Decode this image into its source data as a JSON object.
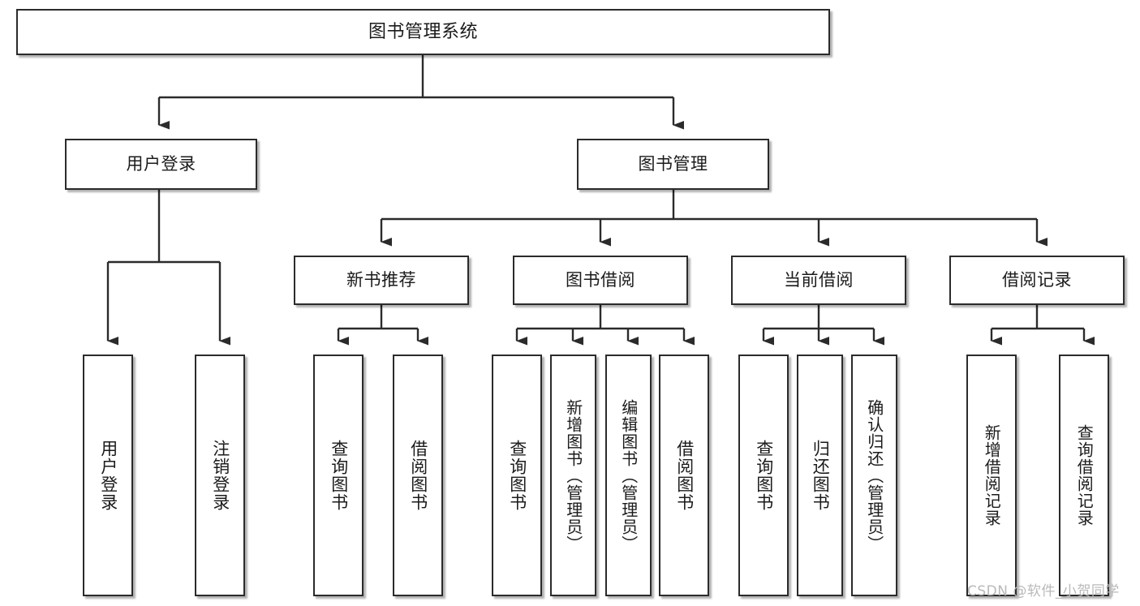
{
  "diagram": {
    "title": "图书管理系统",
    "type": "功能结构图",
    "style": {
      "box_fill": "#ffffff",
      "box_border": "#2b2b2b",
      "text_color": "#1b1b1b",
      "line_color": "#2b2b2b",
      "background": "#ffffff",
      "watermark_color": "#b9b9b9"
    }
  },
  "watermark": {
    "text": "CSDN @软件_小贺同学"
  },
  "nodes": {
    "root": {
      "label": "图书管理系统"
    },
    "level2": [
      {
        "id": "user-login",
        "label": "用户登录"
      },
      {
        "id": "book-manage",
        "label": "图书管理"
      }
    ],
    "level3": [
      {
        "id": "new-book-recommend",
        "label": "新书推荐"
      },
      {
        "id": "book-borrow",
        "label": "图书借阅"
      },
      {
        "id": "current-borrow",
        "label": "当前借阅"
      },
      {
        "id": "borrow-record",
        "label": "借阅记录"
      }
    ],
    "leaves": {
      "user-login": [
        {
          "id": "leaf-user-login",
          "label": "用户登录"
        },
        {
          "id": "leaf-logout-login",
          "label": "注销登录"
        }
      ],
      "new-book-recommend": [
        {
          "id": "leaf-query-book-1",
          "label": "查询图书"
        },
        {
          "id": "leaf-borrow-book-1",
          "label": "借阅图书"
        }
      ],
      "book-borrow": [
        {
          "id": "leaf-query-book-2",
          "label": "查询图书"
        },
        {
          "id": "leaf-add-book-admin",
          "label": "新增图书（管理员）"
        },
        {
          "id": "leaf-edit-book-admin",
          "label": "编辑图书（管理员）"
        },
        {
          "id": "leaf-borrow-book-2",
          "label": "借阅图书"
        }
      ],
      "current-borrow": [
        {
          "id": "leaf-query-book-3",
          "label": "查询图书"
        },
        {
          "id": "leaf-return-book",
          "label": "归还图书"
        },
        {
          "id": "leaf-confirm-return-admin",
          "label": "确认归还（管理员）"
        }
      ],
      "borrow-record": [
        {
          "id": "leaf-add-borrow-record",
          "label": "新增借阅记录"
        },
        {
          "id": "leaf-query-borrow-record",
          "label": "查询借阅记录"
        }
      ]
    }
  },
  "chart_data": {
    "type": "tree",
    "title": "图书管理系统",
    "orientation": "top-down",
    "tree": {
      "name": "图书管理系统",
      "children": [
        {
          "name": "用户登录",
          "children": [
            {
              "name": "用户登录"
            },
            {
              "name": "注销登录"
            }
          ]
        },
        {
          "name": "图书管理",
          "children": [
            {
              "name": "新书推荐",
              "children": [
                {
                  "name": "查询图书"
                },
                {
                  "name": "借阅图书"
                }
              ]
            },
            {
              "name": "图书借阅",
              "children": [
                {
                  "name": "查询图书"
                },
                {
                  "name": "新增图书（管理员）"
                },
                {
                  "name": "编辑图书（管理员）"
                },
                {
                  "name": "借阅图书"
                }
              ]
            },
            {
              "name": "当前借阅",
              "children": [
                {
                  "name": "查询图书"
                },
                {
                  "name": "归还图书"
                },
                {
                  "name": "确认归还（管理员）"
                }
              ]
            },
            {
              "name": "借阅记录",
              "children": [
                {
                  "name": "新增借阅记录"
                },
                {
                  "name": "查询借阅记录"
                }
              ]
            }
          ]
        }
      ]
    }
  }
}
